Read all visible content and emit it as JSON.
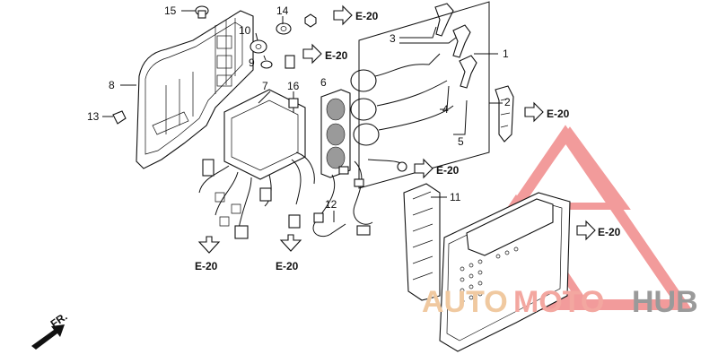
{
  "callouts": [
    {
      "id": "c15",
      "text": "15"
    },
    {
      "id": "c14",
      "text": "14"
    },
    {
      "id": "c10",
      "text": "10"
    },
    {
      "id": "c9",
      "text": "9"
    },
    {
      "id": "c7",
      "text": "7"
    },
    {
      "id": "c8",
      "text": "8"
    },
    {
      "id": "c13",
      "text": "13"
    },
    {
      "id": "c16",
      "text": "16"
    },
    {
      "id": "c6",
      "text": "6"
    },
    {
      "id": "c3",
      "text": "3"
    },
    {
      "id": "c1",
      "text": "1"
    },
    {
      "id": "c2",
      "text": "2"
    },
    {
      "id": "c4",
      "text": "4"
    },
    {
      "id": "c5",
      "text": "5"
    },
    {
      "id": "c11",
      "text": "11"
    },
    {
      "id": "c12",
      "text": "12"
    }
  ],
  "references": [
    {
      "id": "r1",
      "text": "E-20"
    },
    {
      "id": "r2",
      "text": "E-20"
    },
    {
      "id": "r3",
      "text": "E-20"
    },
    {
      "id": "r4",
      "text": "E-20"
    },
    {
      "id": "r5",
      "text": "E-20"
    },
    {
      "id": "r6",
      "text": "E-20"
    },
    {
      "id": "r7",
      "text": "E-20"
    }
  ],
  "direction_label": "FR.",
  "watermark": {
    "text": "AUTOMOTOHUB",
    "part1": "AUTO",
    "part2": "MOTO",
    "part3": "HUB",
    "colors": {
      "auto": "#f0c9a0",
      "moto": "#f3a7a0",
      "hub": "#9a9a9a",
      "triangle": "#f08a8a"
    }
  }
}
